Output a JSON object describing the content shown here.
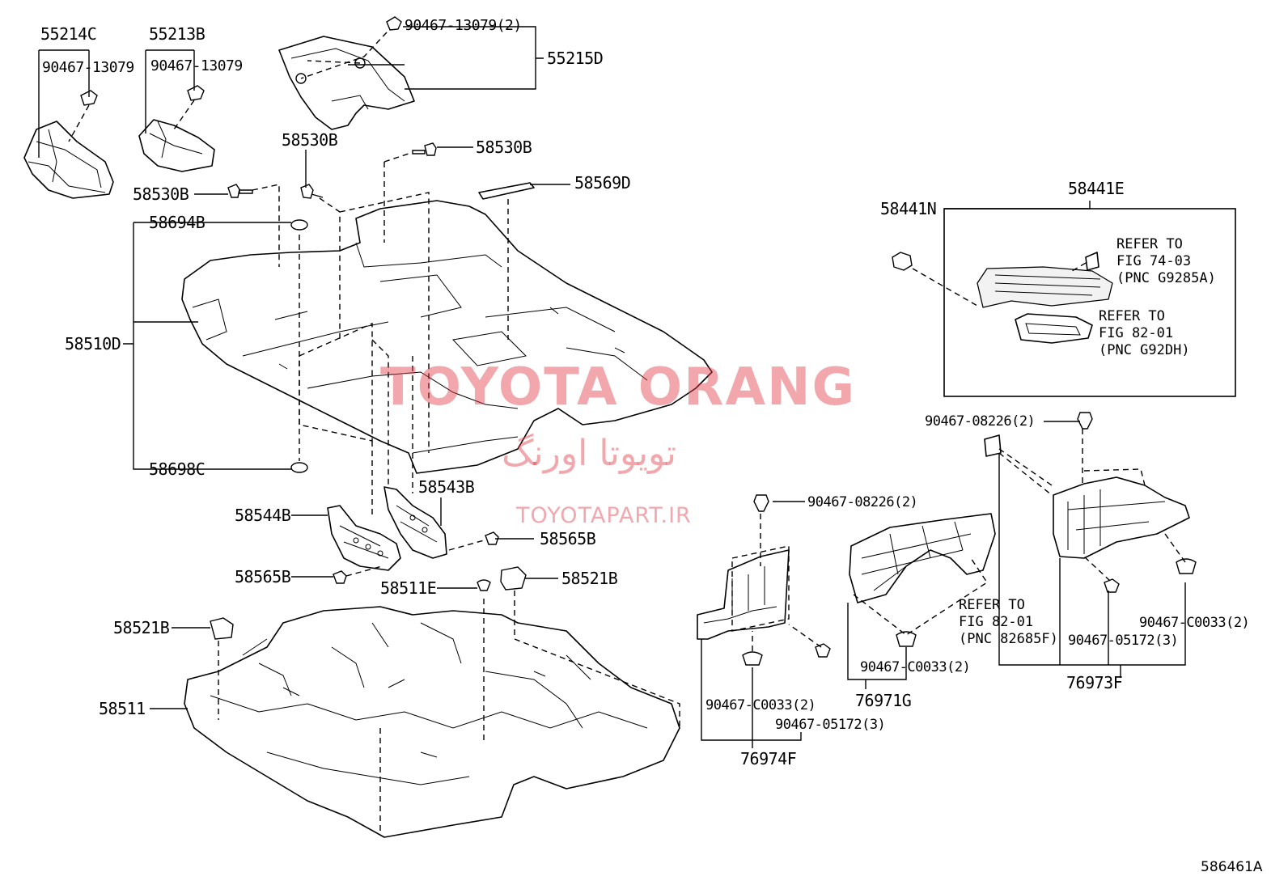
{
  "labels": {
    "p55214C": "55214C",
    "p55213B": "55213B",
    "p90467_13079_2_top": "90467-13079(2)",
    "p55215D": "55215D",
    "p90467_13079_a": "90467-13079",
    "p90467_13079_b": "90467-13079",
    "p58530B_a": "58530B",
    "p58530B_b": "58530B",
    "p58530B_c": "58530B",
    "p58569D": "58569D",
    "p58694B": "58694B",
    "p58510D": "58510D",
    "p58698C": "58698C",
    "p58543B": "58543B",
    "p58544B": "58544B",
    "p58565B_a": "58565B",
    "p58565B_b": "58565B",
    "p58511E": "58511E",
    "p58521B_a": "58521B",
    "p58521B_b": "58521B",
    "p58511": "58511",
    "p58441N": "58441N",
    "p58441E": "58441E",
    "p90467_08226_2_a": "90467-08226(2)",
    "p90467_08226_2_b": "90467-08226(2)",
    "p90467_C0033_2_a": "90467-C0033(2)",
    "p90467_C0033_2_b": "90467-C0033(2)",
    "p90467_C0033_2_c": "90467-C0033(2)",
    "p90467_05172_3_a": "90467-05172(3)",
    "p90467_05172_3_b": "90467-05172(3)",
    "p76971G": "76971G",
    "p76973F": "76973F",
    "p76974F": "76974F"
  },
  "refs": {
    "ref1": [
      "REFER TO",
      "FIG 74-03",
      "(PNC G9285A)"
    ],
    "ref2": [
      "REFER TO",
      "FIG 82-01",
      "(PNC G92DH)"
    ],
    "ref3": [
      "REFER TO",
      "FIG 82-01",
      "(PNC 82685F)"
    ]
  },
  "watermark": {
    "brand": "TOYOTA ORANG",
    "persian": "تویوتا اورنگ",
    "url": "TOYOTAPART.IR"
  },
  "figure_id": "586461A"
}
